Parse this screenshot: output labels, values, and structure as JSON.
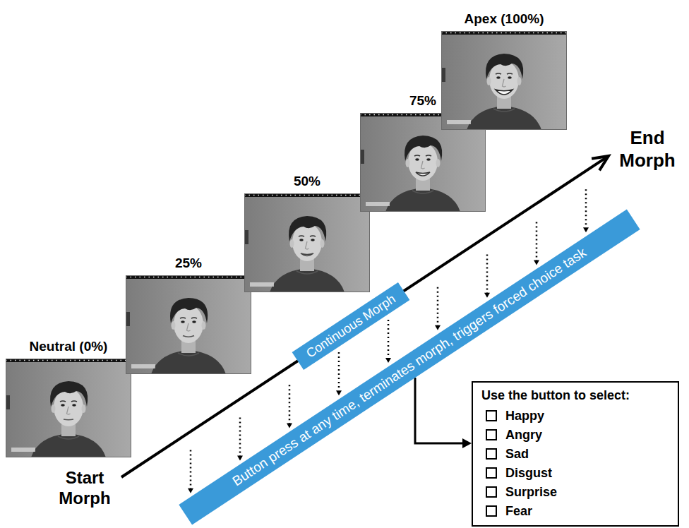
{
  "diagram": {
    "nodes": [
      {
        "text": [
          "Neutral (0%)"
        ]
      },
      {
        "text": [
          "25%"
        ]
      },
      {
        "text": [
          "50%"
        ]
      },
      {
        "text": [
          "75%"
        ]
      },
      {
        "text": [
          "Apex (100%)"
        ]
      },
      {
        "text": [
          "Continuous Morph"
        ]
      },
      {
        "text": [
          "Button press at any time, terminates morph, triggers forced choice task"
        ]
      },
      {
        "text": [
          "Use the button to select:",
          "Happy",
          "Angry",
          "Sad",
          "Disgust",
          "Surprise",
          "Fear"
        ]
      }
    ],
    "edges": [
      {
        "from": 6,
        "to": 7,
        "arrow": "to"
      }
    ],
    "labels": [
      "Start Morph",
      "End Morph"
    ]
  }
}
